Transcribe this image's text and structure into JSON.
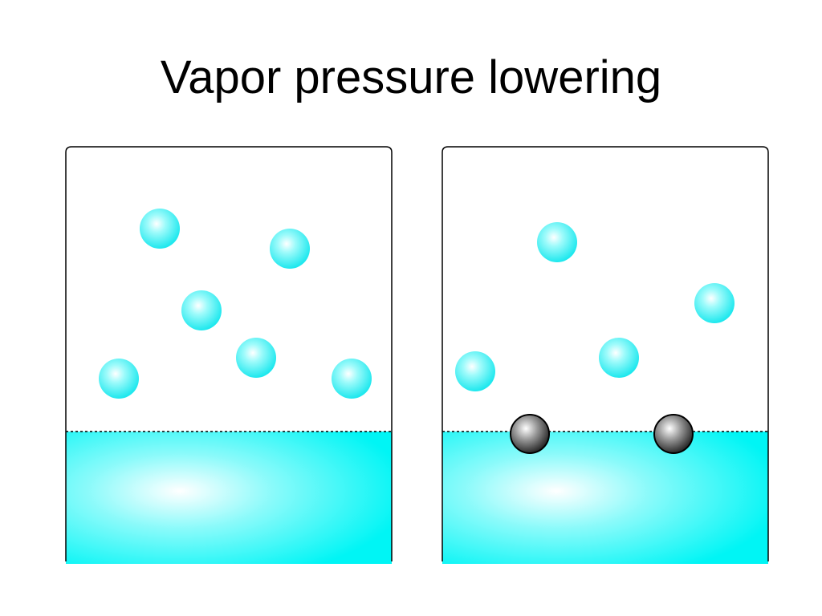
{
  "title": "Vapor pressure lowering",
  "colors": {
    "liquid": "#00f5f5",
    "liquid_highlight": "#ffffff",
    "vapor_molecule": "#22eef0",
    "solute_particle": "#333333",
    "container_outline": "#000000"
  },
  "panels": [
    {
      "name": "pure-solvent",
      "vapor_molecule_count": 6,
      "solute_particle_count": 0
    },
    {
      "name": "solution",
      "vapor_molecule_count": 4,
      "solute_particle_count": 2
    }
  ]
}
